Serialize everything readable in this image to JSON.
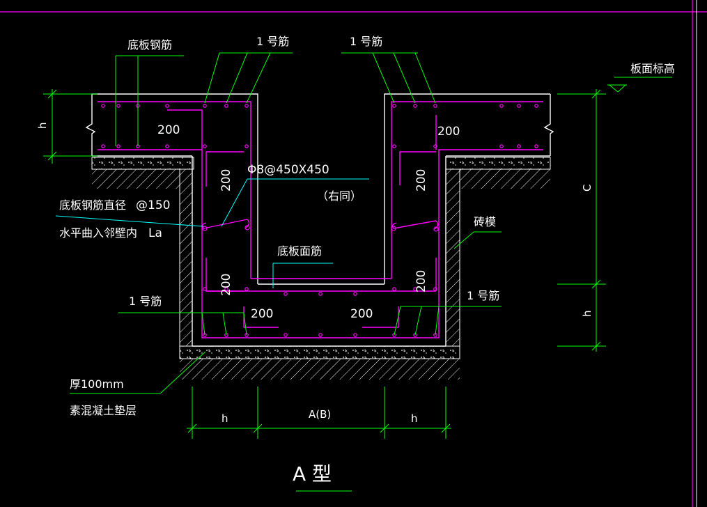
{
  "title": "A 型",
  "labels": {
    "bottom_slab_rebar": "底板钢筋",
    "rebar_no1": "1 号筋",
    "slab_top_elevation": "板面标高",
    "rebar_spec": "Φ8@450X450",
    "same_right": "（右同）",
    "bottom_rebar_dia": "底板钢筋直径",
    "spacing_150": "@150",
    "bend_note": "水平曲入邻壁内",
    "la": "La",
    "brick_form": "砖模",
    "bottom_top_rebar": "底板面筋",
    "thickness_100": "厚100mm",
    "plain_concrete_cushion": "素混凝土垫层"
  },
  "dimensions": {
    "d200": "200",
    "h": "h",
    "c": "C",
    "ab": "A(B)"
  },
  "colors": {
    "background": "#000000",
    "outline": "#ffffff",
    "rebar": "#ff00ff",
    "leader": "#00ff00",
    "cyan_leader": "#00ffff",
    "hatch": "#ffffff",
    "frame": "#ff00ff"
  }
}
